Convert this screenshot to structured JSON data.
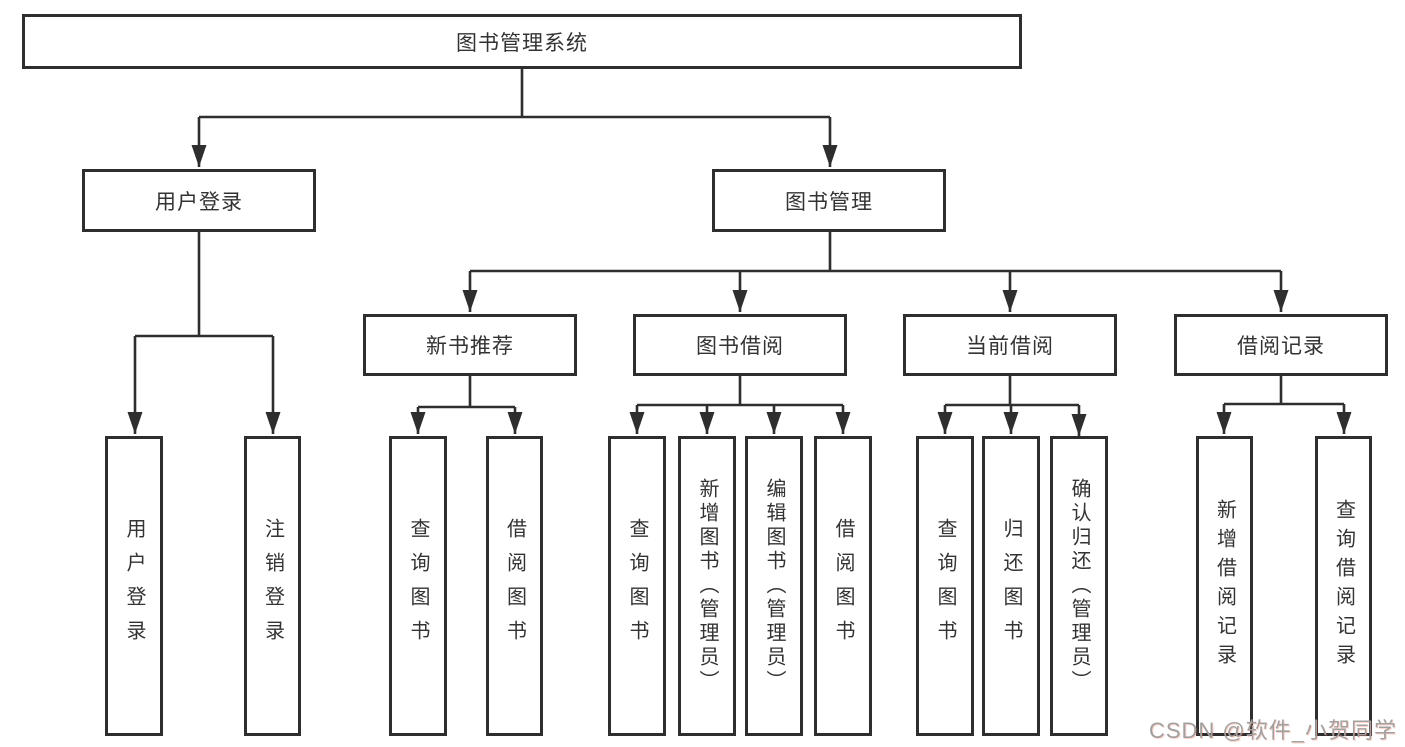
{
  "diagram_title": "图书管理系统",
  "tree": {
    "label": "图书管理系统",
    "children": [
      {
        "label": "用户登录",
        "children": [
          {
            "label": "用户登录"
          },
          {
            "label": "注销登录"
          }
        ]
      },
      {
        "label": "图书管理",
        "children": [
          {
            "label": "新书推荐",
            "children": [
              {
                "label": "查询图书"
              },
              {
                "label": "借阅图书"
              }
            ]
          },
          {
            "label": "图书借阅",
            "children": [
              {
                "label": "查询图书"
              },
              {
                "label": "新增图书（管理员）"
              },
              {
                "label": "编辑图书（管理员）"
              },
              {
                "label": "借阅图书"
              }
            ]
          },
          {
            "label": "当前借阅",
            "children": [
              {
                "label": "查询图书"
              },
              {
                "label": "归还图书"
              },
              {
                "label": "确认归还（管理员）"
              }
            ]
          },
          {
            "label": "借阅记录",
            "children": [
              {
                "label": "新增借阅记录"
              },
              {
                "label": "查询借阅记录"
              }
            ]
          }
        ]
      }
    ]
  },
  "watermark": "CSDN @软件_小贺同学",
  "colors": {
    "line": "#2e2e2e",
    "text": "#333333",
    "background": "#ffffff",
    "watermark": "#a0a0a0"
  }
}
